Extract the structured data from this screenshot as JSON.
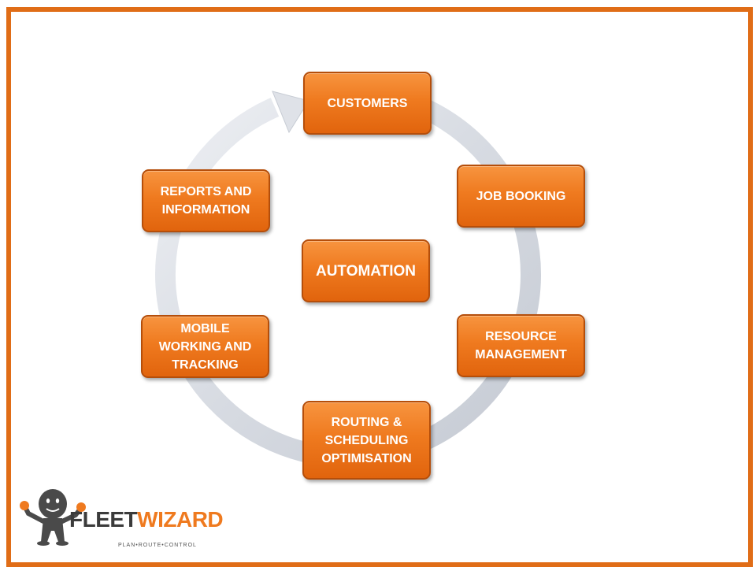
{
  "diagram": {
    "center": "AUTOMATION",
    "steps": [
      "CUSTOMERS",
      "JOB BOOKING",
      "RESOURCE\nMANAGEMENT",
      "ROUTING &\nSCHEDULING\nOPTIMISATION",
      "MOBILE\nWORKING AND\nTRACKING",
      "REPORTS AND\nINFORMATION"
    ]
  },
  "logo": {
    "brand_part1": "FLEET",
    "brand_part2": "WIZARD",
    "tagline": "PLAN•ROUTE•CONTROL"
  },
  "colors": {
    "frame": "#e06d17",
    "box_fill": "#ef7a1f",
    "box_border": "#b54e0a",
    "ring": "#d9dde4",
    "mascot": "#4a4a4a"
  }
}
